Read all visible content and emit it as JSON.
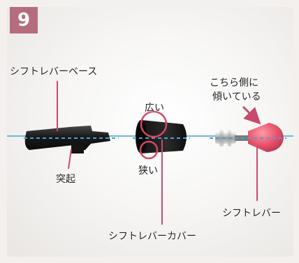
{
  "step": {
    "number": "9"
  },
  "labels": {
    "base": "シフトレバーベース",
    "protrusion": "突起",
    "wide": "広い",
    "narrow": "狭い",
    "tilt_line1": "こちら側に",
    "tilt_line2": "傾いている",
    "cover": "シフトレバーカバー",
    "lever": "シフトレバー"
  },
  "colors": {
    "badge": "#b56d7e",
    "accent": "#c94a6c",
    "axis_line": "#6fb7d8",
    "part_black": "#1c1c1c",
    "lever_tip": "#e85870"
  }
}
